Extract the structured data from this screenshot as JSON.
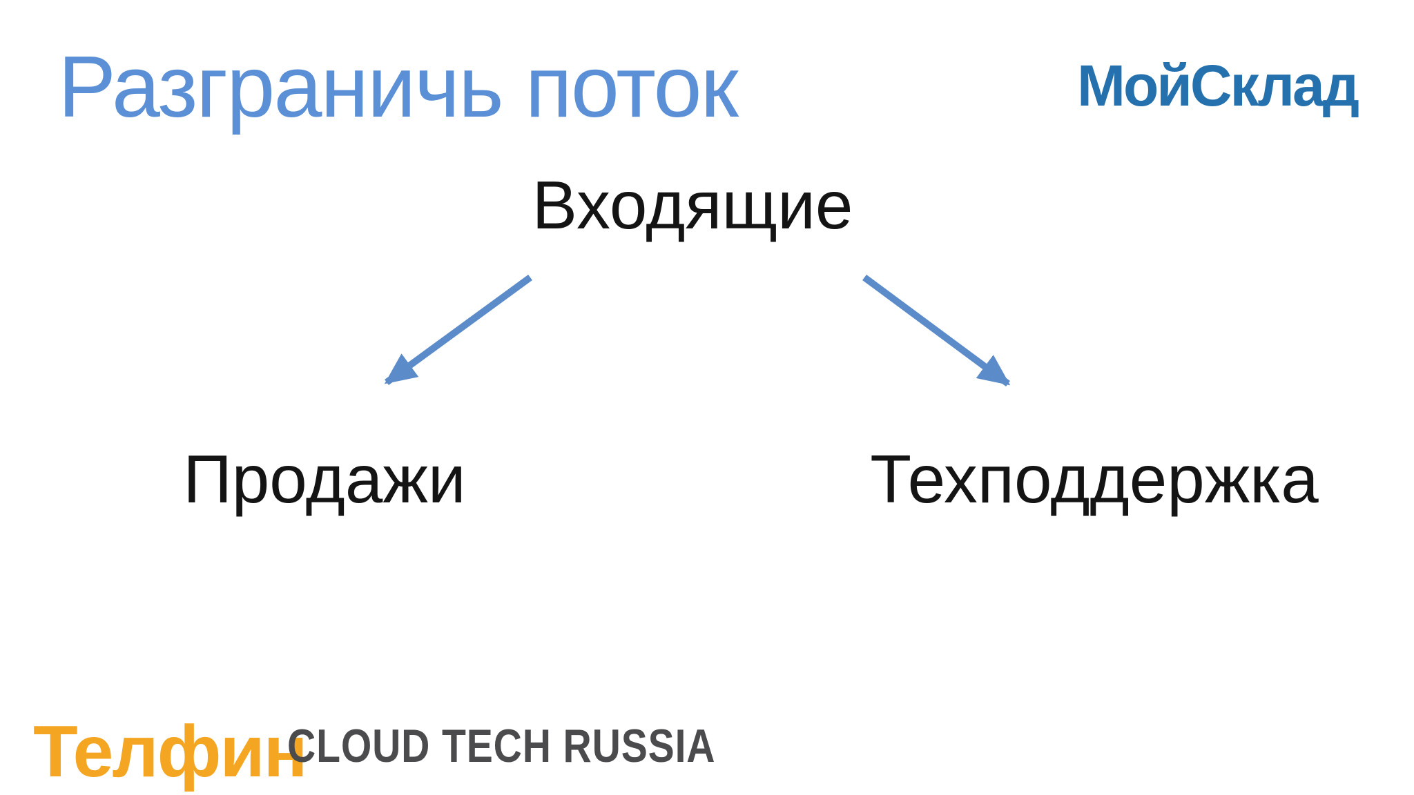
{
  "slide": {
    "title": "Разграничь поток"
  },
  "header": {
    "moysklad_logo_text": "МойСклад"
  },
  "diagram": {
    "type": "flow",
    "root_label": "Входящие",
    "left_label": "Продажи",
    "right_label": "Техподдержка",
    "arrows": [
      {
        "from": "Входящие",
        "to": "Продажи"
      },
      {
        "from": "Входящие",
        "to": "Техподдержка"
      }
    ]
  },
  "footer": {
    "telfin_logo_text": "Телфин",
    "partner_text": "CLOUD TECH RUSSIA"
  },
  "colors": {
    "title-blue": "#5B8FD6",
    "moysklad-blue": "#2571AD",
    "arrow-blue": "#5C8BC9",
    "telfin-orange": "#F4A623",
    "partner-gray": "#4B4B4D",
    "text-black": "#141414",
    "background": "#FFFFFF"
  }
}
